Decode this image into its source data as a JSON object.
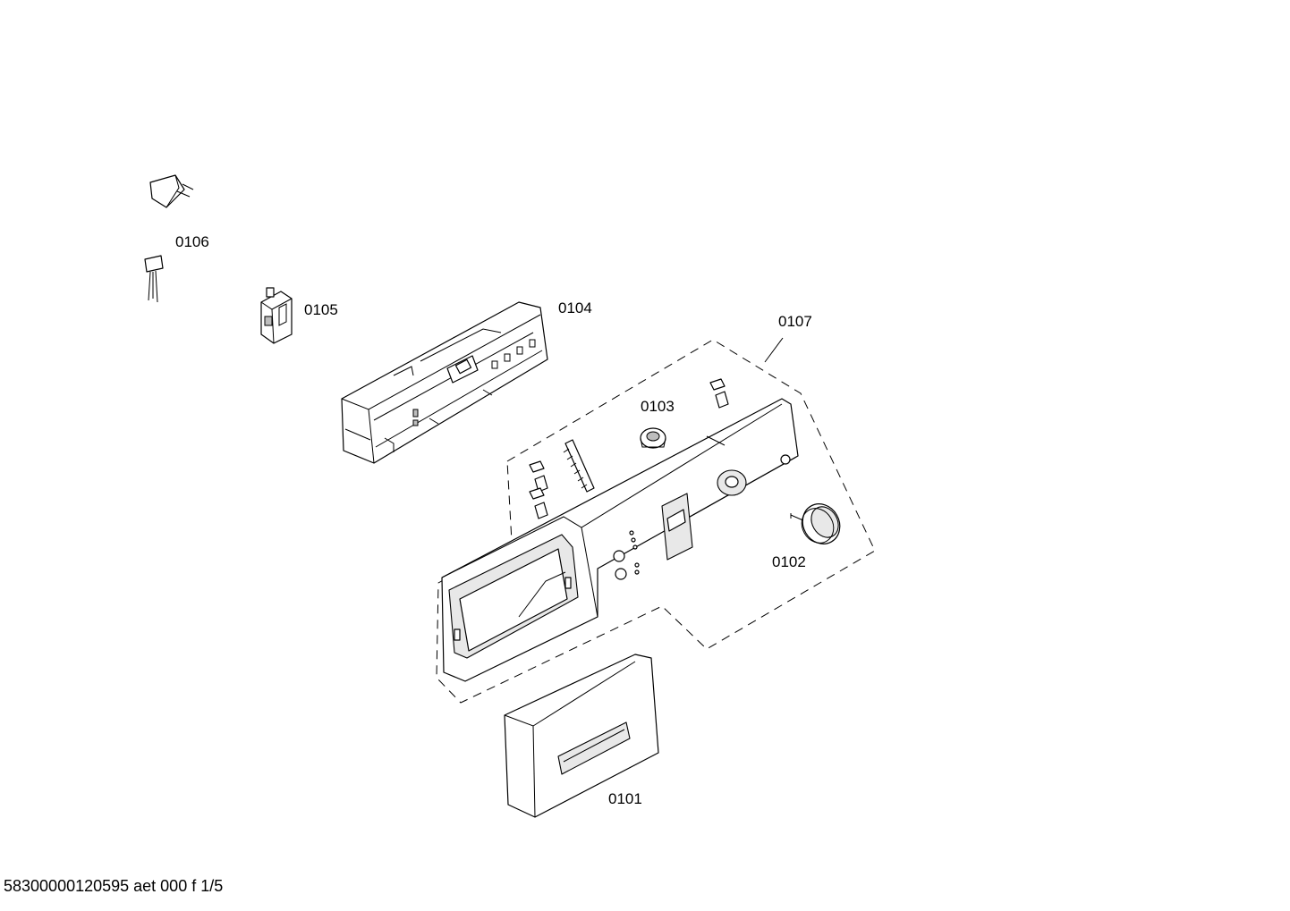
{
  "parts": [
    {
      "id": "0101",
      "label": "0101"
    },
    {
      "id": "0102",
      "label": "0102"
    },
    {
      "id": "0103",
      "label": "0103"
    },
    {
      "id": "0104",
      "label": "0104"
    },
    {
      "id": "0105",
      "label": "0105"
    },
    {
      "id": "0106",
      "label": "0106"
    },
    {
      "id": "0107",
      "label": "0107"
    }
  ],
  "footer": {
    "text": "58300000120595 aet 000 f 1/5"
  }
}
